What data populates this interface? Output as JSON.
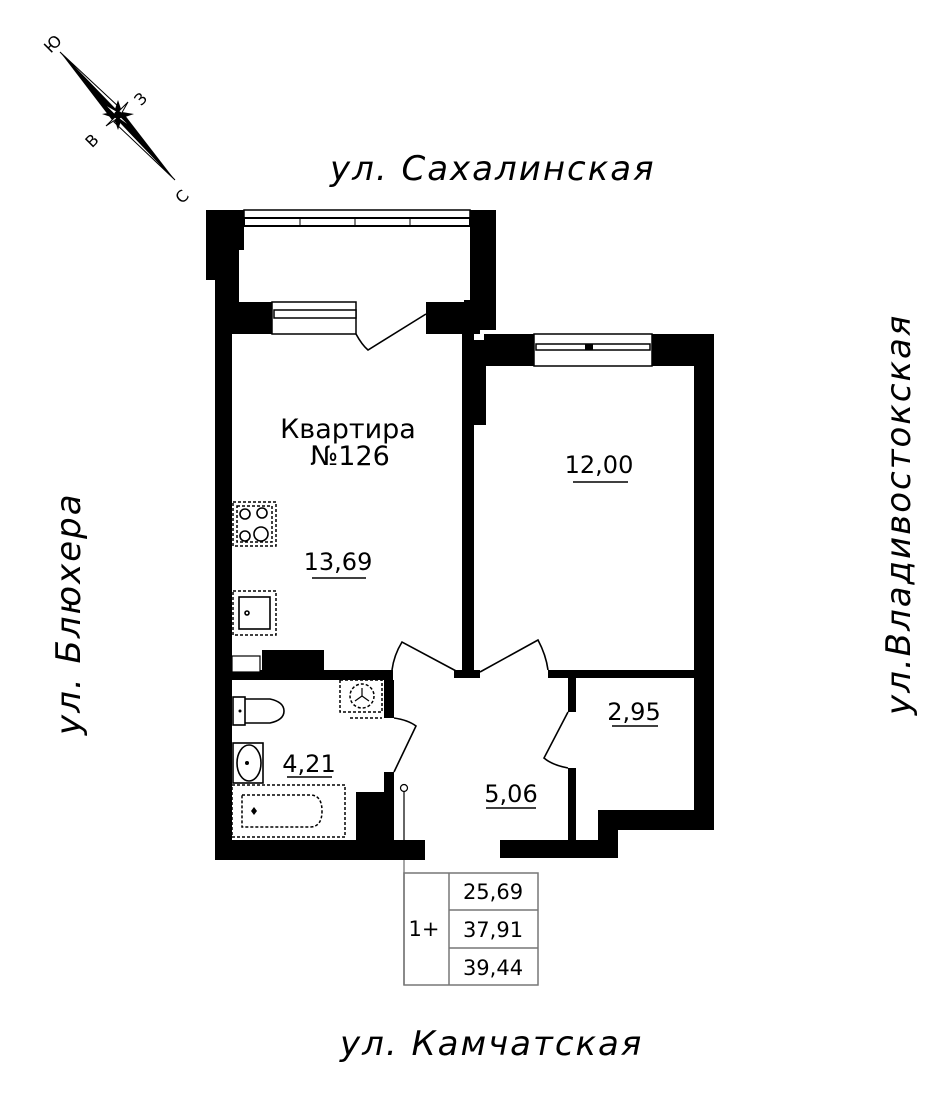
{
  "streets": {
    "north": "ул. Сахалинская",
    "south": "ул. Камчатская",
    "west": "ул. Блюхера",
    "east": "ул.Владивостокская"
  },
  "compass": {
    "labels": {
      "south": "Ю",
      "west": "З",
      "east": "В",
      "north": "С"
    }
  },
  "apartment": {
    "title_line1": "Квартира",
    "title_line2": "№126"
  },
  "rooms": [
    {
      "name": "kitchen-living",
      "area": "13,69"
    },
    {
      "name": "bedroom",
      "area": "12,00"
    },
    {
      "name": "bathroom",
      "area": "4,21"
    },
    {
      "name": "hallway",
      "area": "5,06"
    },
    {
      "name": "storage",
      "area": "2,95"
    }
  ],
  "summary_table": {
    "type": "1+",
    "living_area": "25,69",
    "total_area": "37,91",
    "total_with_balcony": "39,44"
  }
}
